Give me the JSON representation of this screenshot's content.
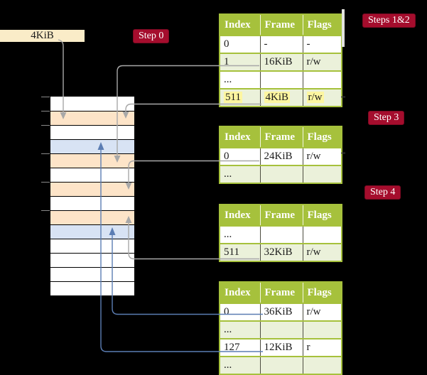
{
  "colors": {
    "step_badge_bg": "#a50d2d",
    "table_green": "#a6c13c",
    "table_row_light": "#ebf1da",
    "highlight_yellow": "#fdf6a0",
    "cell_peach": "#fde4c8",
    "cell_blue": "#d8e3f4",
    "box_cream": "#faecc8",
    "connector_gray": "#a8a8a8",
    "connector_blue": "#5b7db3",
    "stub_dark": "#3a3a3a"
  },
  "labels": {
    "page_size_box": "4KiB",
    "step0": "Step 0",
    "steps12": "Steps 1&2",
    "step3": "Step 3",
    "step4": "Step 4"
  },
  "tables": [
    {
      "headers": [
        "Index",
        "Frame",
        "Flags"
      ],
      "rows": [
        {
          "cells": [
            "0",
            "-",
            "-"
          ]
        },
        {
          "cells": [
            "1",
            "16KiB",
            "r/w"
          ]
        },
        {
          "cells": [
            "...",
            "",
            ""
          ]
        },
        {
          "cells": [
            "511",
            "4KiB",
            "r/w"
          ],
          "highlighted": true
        }
      ]
    },
    {
      "headers": [
        "Index",
        "Frame",
        "Flags"
      ],
      "rows": [
        {
          "cells": [
            "0",
            "24KiB",
            "r/w"
          ]
        },
        {
          "cells": [
            "...",
            "",
            ""
          ]
        }
      ]
    },
    {
      "headers": [
        "Index",
        "Frame",
        "Flags"
      ],
      "rows": [
        {
          "cells": [
            "...",
            "",
            ""
          ]
        },
        {
          "cells": [
            "511",
            "32KiB",
            "r/w"
          ]
        }
      ]
    },
    {
      "headers": [
        "Index",
        "Frame",
        "Flags"
      ],
      "rows": [
        {
          "cells": [
            "0",
            "36KiB",
            "r/w"
          ]
        },
        {
          "cells": [
            "...",
            "",
            ""
          ]
        },
        {
          "cells": [
            "127",
            "12KiB",
            "r"
          ]
        },
        {
          "cells": [
            "...",
            "",
            ""
          ]
        }
      ]
    }
  ],
  "memory_stack": {
    "rows": [
      "white",
      "peach",
      "white",
      "blue",
      "peach",
      "white",
      "peach",
      "white",
      "peach",
      "blue",
      "white",
      "white",
      "white",
      "white"
    ]
  }
}
